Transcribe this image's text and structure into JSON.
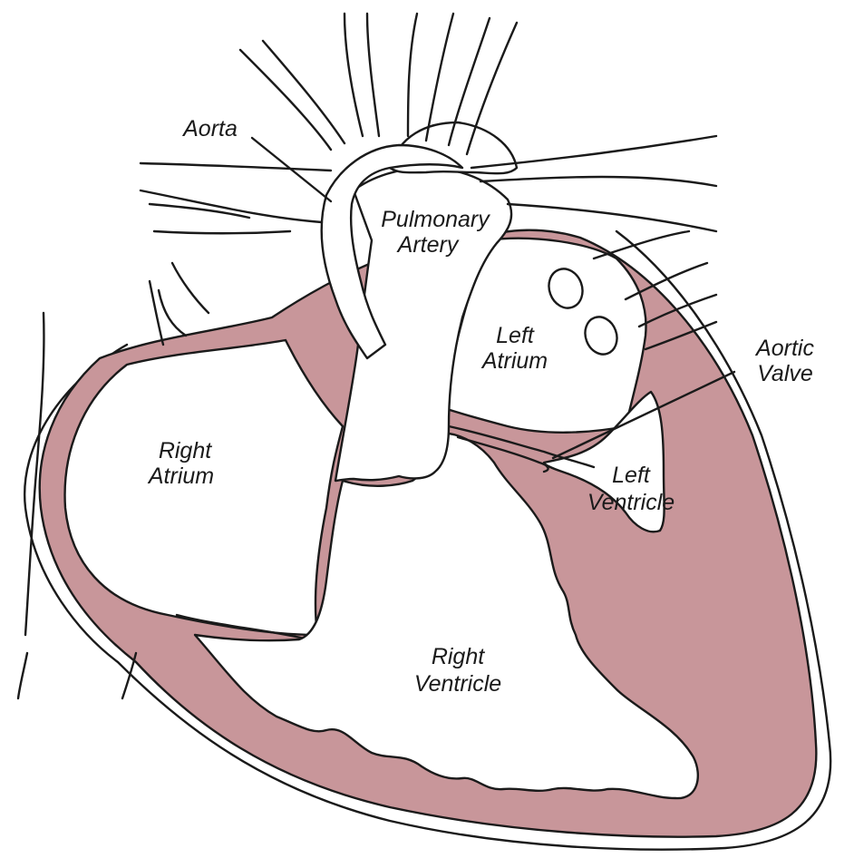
{
  "colors": {
    "myocardium": "#c8969a",
    "outline": "#1a1a1a",
    "background": "#ffffff"
  },
  "labels": {
    "aorta": "Aorta",
    "pulmonary_artery_line1": "Pulmonary",
    "pulmonary_artery_line2": "Artery",
    "left_atrium_line1": "Left",
    "left_atrium_line2": "Atrium",
    "aortic_valve_line1": "Aortic",
    "aortic_valve_line2": "Valve",
    "right_atrium_line1": "Right",
    "right_atrium_line2": "Atrium",
    "left_ventricle_line1": "Left",
    "left_ventricle_line2": "Ventricle",
    "right_ventricle_line1": "Right",
    "right_ventricle_line2": "Ventricle"
  }
}
